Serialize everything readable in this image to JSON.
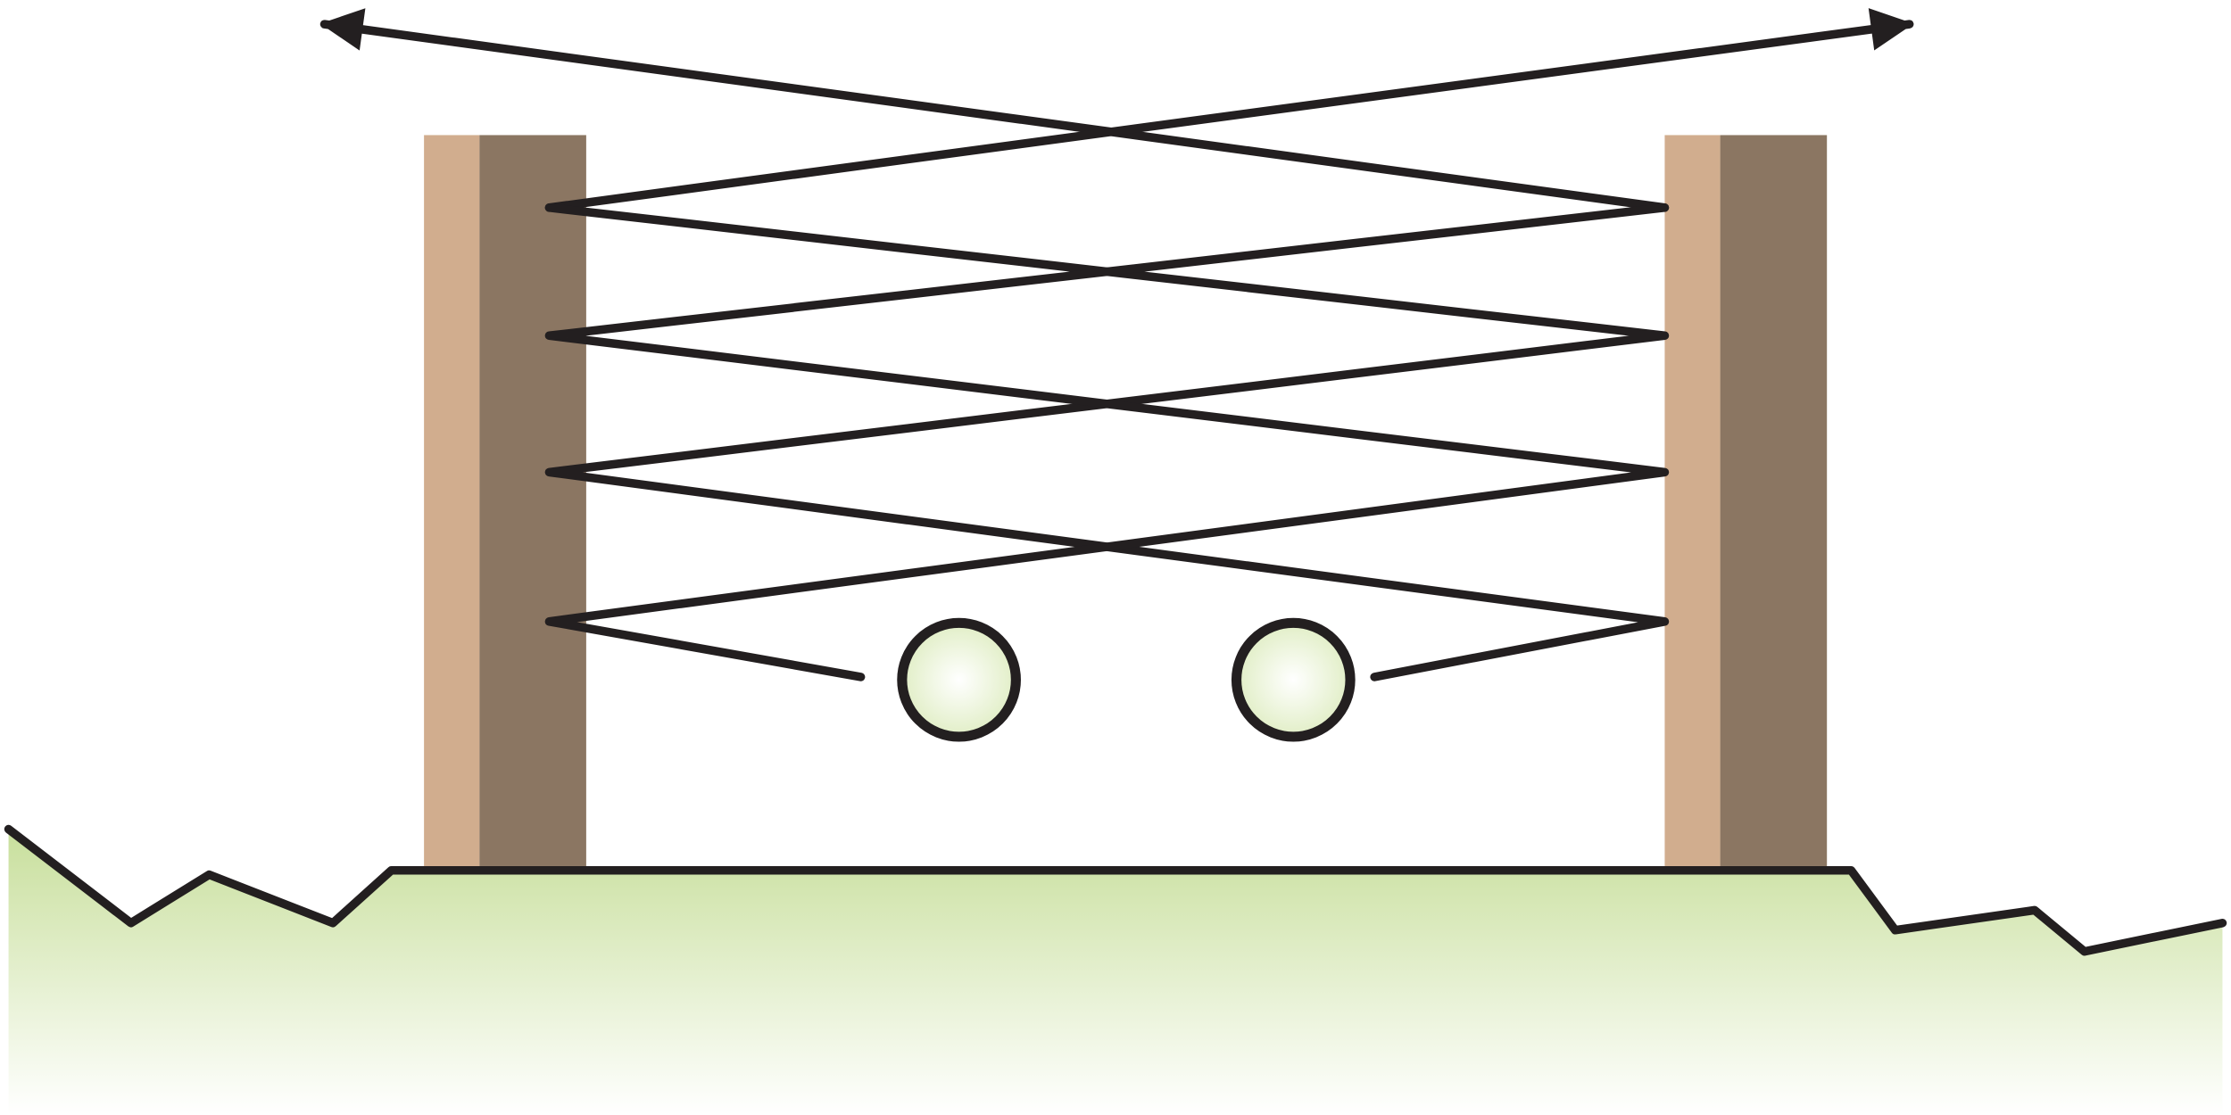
{
  "diagram": {
    "colors": {
      "post_light": "#d1ad8e",
      "post_dark": "#8b7662",
      "wire": "#231f20",
      "ground_top": "#c8df9c",
      "ground_bottom": "#ffffff",
      "insulator_center": "#ffffff",
      "insulator_edge": "#e3efc9"
    },
    "elements": [
      "left-post",
      "right-post",
      "zigzag-wire",
      "wire-arrows",
      "insulators",
      "ground"
    ]
  }
}
